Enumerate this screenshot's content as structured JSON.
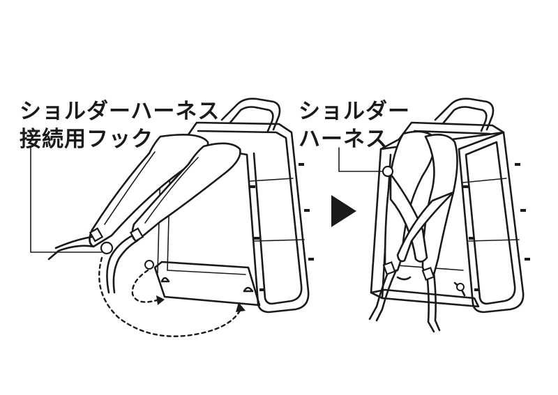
{
  "labels": {
    "left_line1": "ショルダーハーネス",
    "left_line2": "接続用フック",
    "right_line1": "ショルダー",
    "right_line2": "ハーネス"
  },
  "colors": {
    "ink": "#1a1a1a",
    "background": "#ffffff"
  },
  "icons": {
    "step_arrow": "right-triangle-arrow"
  }
}
